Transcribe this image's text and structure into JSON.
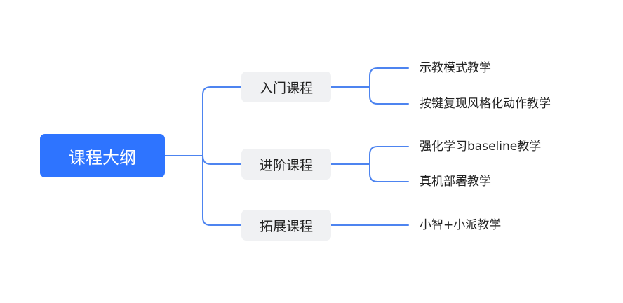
{
  "root": {
    "label": "课程大纲"
  },
  "branches": [
    {
      "label": "入门课程",
      "leaves": [
        "示教模式教学",
        "按键复现风格化动作教学"
      ]
    },
    {
      "label": "进阶课程",
      "leaves": [
        "强化学习baseline教学",
        "真机部署教学"
      ]
    },
    {
      "label": "拓展课程",
      "leaves": [
        "小智+小派教学"
      ]
    }
  ],
  "colors": {
    "root_fill": "#2e74ff",
    "branch_fill": "#f0f1f3",
    "connector": "#4d84f0",
    "text": "#222222"
  }
}
